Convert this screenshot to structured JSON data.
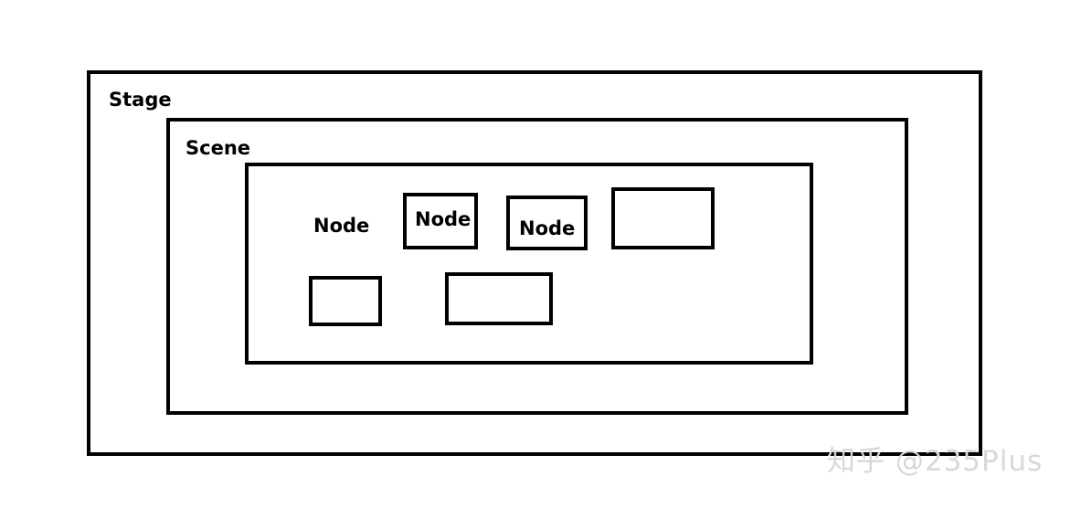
{
  "diagram": {
    "stage": {
      "label": "Stage"
    },
    "scene": {
      "label": "Scene"
    },
    "nodes": [
      {
        "label": "Node"
      },
      {
        "label": "Node"
      },
      {
        "label": "Node"
      },
      {
        "label": ""
      },
      {
        "label": ""
      },
      {
        "label": ""
      }
    ]
  },
  "watermark": {
    "text": "知乎 @235Plus"
  }
}
